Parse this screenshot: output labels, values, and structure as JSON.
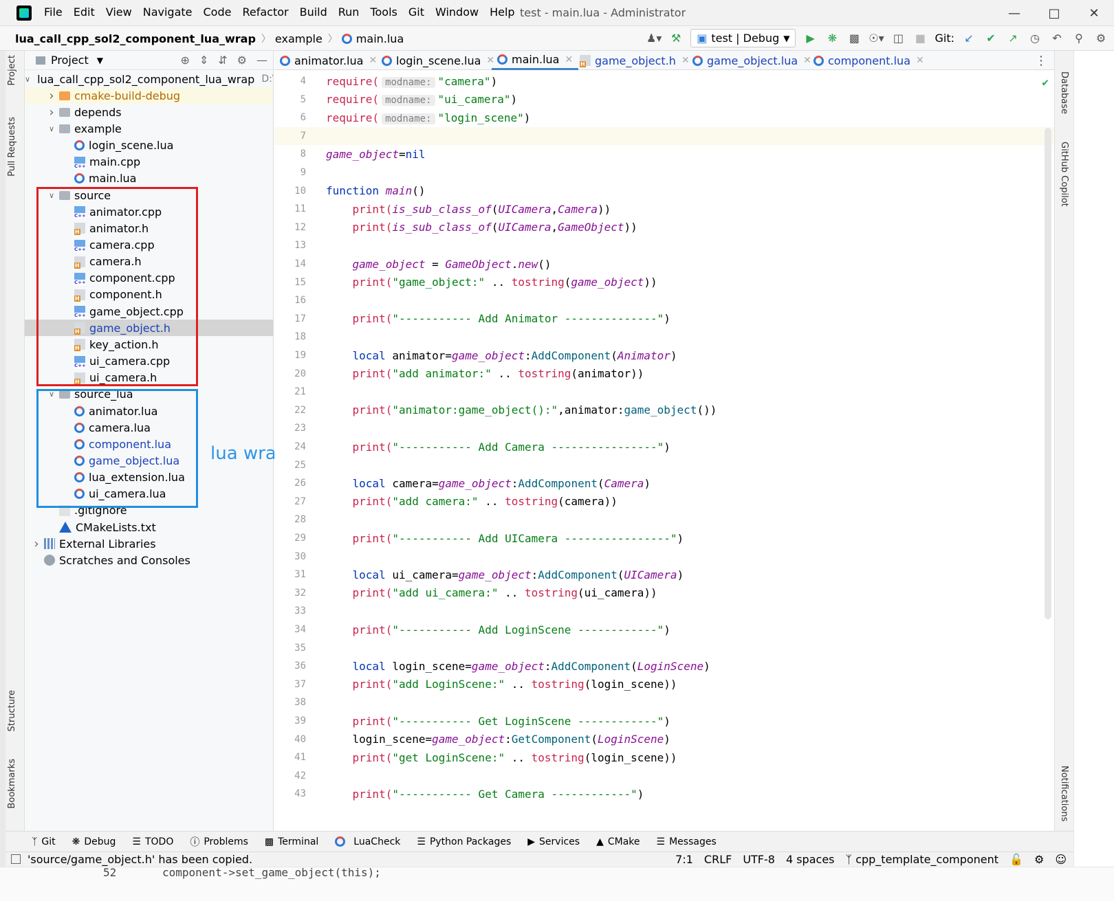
{
  "menu": [
    "File",
    "Edit",
    "View",
    "Navigate",
    "Code",
    "Refactor",
    "Build",
    "Run",
    "Tools",
    "Git",
    "Window",
    "Help"
  ],
  "window_title": "test - main.lua - Administrator",
  "breadcrumb": {
    "project": "lua_call_cpp_sol2_component_lua_wrap",
    "folder": "example",
    "file": "main.lua"
  },
  "run_config": "test | Debug",
  "git_label": "Git:",
  "project_panel": {
    "title": "Project",
    "root": {
      "name": "lua_call_cpp_sol2_component_lua_wrap",
      "path": "D:\\"
    },
    "items": [
      {
        "name": "cmake-build-debug",
        "type": "folder-orange",
        "depth": 1,
        "chev": "right"
      },
      {
        "name": "depends",
        "type": "folder",
        "depth": 1,
        "chev": "right"
      },
      {
        "name": "example",
        "type": "folder",
        "depth": 1,
        "chev": "down"
      },
      {
        "name": "login_scene.lua",
        "type": "lua",
        "depth": 2
      },
      {
        "name": "main.cpp",
        "type": "cpp",
        "depth": 2
      },
      {
        "name": "main.lua",
        "type": "lua",
        "depth": 2
      },
      {
        "name": "source",
        "type": "folder",
        "depth": 1,
        "chev": "down"
      },
      {
        "name": "animator.cpp",
        "type": "cpp",
        "depth": 2
      },
      {
        "name": "animator.h",
        "type": "h",
        "depth": 2
      },
      {
        "name": "camera.cpp",
        "type": "cpp",
        "depth": 2
      },
      {
        "name": "camera.h",
        "type": "h",
        "depth": 2
      },
      {
        "name": "component.cpp",
        "type": "cpp",
        "depth": 2
      },
      {
        "name": "component.h",
        "type": "h",
        "depth": 2
      },
      {
        "name": "game_object.cpp",
        "type": "cpp",
        "depth": 2
      },
      {
        "name": "game_object.h",
        "type": "h",
        "depth": 2,
        "selected": true,
        "color": "blue"
      },
      {
        "name": "key_action.h",
        "type": "h",
        "depth": 2
      },
      {
        "name": "ui_camera.cpp",
        "type": "cpp",
        "depth": 2
      },
      {
        "name": "ui_camera.h",
        "type": "h",
        "depth": 2
      },
      {
        "name": "source_lua",
        "type": "folder",
        "depth": 1,
        "chev": "down"
      },
      {
        "name": "animator.lua",
        "type": "lua",
        "depth": 2
      },
      {
        "name": "camera.lua",
        "type": "lua",
        "depth": 2
      },
      {
        "name": "component.lua",
        "type": "lua",
        "depth": 2,
        "color": "blue"
      },
      {
        "name": "game_object.lua",
        "type": "lua",
        "depth": 2,
        "color": "blue"
      },
      {
        "name": "lua_extension.lua",
        "type": "lua",
        "depth": 2
      },
      {
        "name": "ui_camera.lua",
        "type": "lua",
        "depth": 2
      },
      {
        "name": ".gitignore",
        "type": "txt",
        "depth": 1
      },
      {
        "name": "CMakeLists.txt",
        "type": "cmake",
        "depth": 1
      },
      {
        "name": "External Libraries",
        "type": "lib",
        "depth": 0,
        "chev": "right"
      },
      {
        "name": "Scratches and Consoles",
        "type": "scratch",
        "depth": 0
      }
    ]
  },
  "annotation": "lua wrap",
  "left_tabs": [
    "Project",
    "Pull Requests",
    "Structure",
    "Bookmarks"
  ],
  "right_tabs": [
    "Database",
    "GitHub Copilot",
    "Notifications"
  ],
  "editor_tabs": [
    {
      "name": "animator.lua",
      "icon": "lua"
    },
    {
      "name": "login_scene.lua",
      "icon": "lua"
    },
    {
      "name": "main.lua",
      "icon": "lua",
      "active": true
    },
    {
      "name": "game_object.h",
      "icon": "h",
      "color": "blue"
    },
    {
      "name": "game_object.lua",
      "icon": "lua",
      "color": "blue"
    },
    {
      "name": "component.lua",
      "icon": "lua",
      "color": "blue"
    }
  ],
  "code_hint": "modname:",
  "code_lines": [
    {
      "n": 4,
      "tokens": [
        [
          "call",
          "require("
        ],
        [
          "hint",
          "modname:"
        ],
        [
          "str",
          "\"camera\""
        ],
        [
          "plain",
          ")"
        ]
      ]
    },
    {
      "n": 5,
      "tokens": [
        [
          "call",
          "require("
        ],
        [
          "hint",
          "modname:"
        ],
        [
          "str",
          "\"ui_camera\""
        ],
        [
          "plain",
          ")"
        ]
      ]
    },
    {
      "n": 6,
      "tokens": [
        [
          "call",
          "require("
        ],
        [
          "hint",
          "modname:"
        ],
        [
          "str",
          "\"login_scene\""
        ],
        [
          "plain",
          ")"
        ]
      ]
    },
    {
      "n": 7,
      "tokens": [],
      "current": true
    },
    {
      "n": 8,
      "tokens": [
        [
          "fn",
          "game_object"
        ],
        [
          "plain",
          "="
        ],
        [
          "nil",
          "nil"
        ]
      ]
    },
    {
      "n": 9,
      "tokens": []
    },
    {
      "n": 10,
      "tokens": [
        [
          "kw",
          "function "
        ],
        [
          "fn",
          "main"
        ],
        [
          "plain",
          "()"
        ]
      ]
    },
    {
      "n": 11,
      "tokens": [
        [
          "plain",
          "    "
        ],
        [
          "call",
          "print("
        ],
        [
          "fn",
          "is_sub_class_of"
        ],
        [
          "plain",
          "("
        ],
        [
          "fn",
          "UICamera"
        ],
        [
          "plain",
          ","
        ],
        [
          "fn",
          "Camera"
        ],
        [
          "plain",
          "))"
        ]
      ]
    },
    {
      "n": 12,
      "tokens": [
        [
          "plain",
          "    "
        ],
        [
          "call",
          "print("
        ],
        [
          "fn",
          "is_sub_class_of"
        ],
        [
          "plain",
          "("
        ],
        [
          "fn",
          "UICamera"
        ],
        [
          "plain",
          ","
        ],
        [
          "fn",
          "GameObject"
        ],
        [
          "plain",
          "))"
        ]
      ]
    },
    {
      "n": 13,
      "tokens": []
    },
    {
      "n": 14,
      "tokens": [
        [
          "plain",
          "    "
        ],
        [
          "fn",
          "game_object"
        ],
        [
          "plain",
          " = "
        ],
        [
          "fn",
          "GameObject"
        ],
        [
          "plain",
          "."
        ],
        [
          "fn",
          "new"
        ],
        [
          "plain",
          "()"
        ]
      ]
    },
    {
      "n": 15,
      "tokens": [
        [
          "plain",
          "    "
        ],
        [
          "call",
          "print("
        ],
        [
          "str",
          "\"game_object:\""
        ],
        [
          "plain",
          " .. "
        ],
        [
          "call",
          "tostring"
        ],
        [
          "plain",
          "("
        ],
        [
          "fn",
          "game_object"
        ],
        [
          "plain",
          "))"
        ]
      ]
    },
    {
      "n": 16,
      "tokens": []
    },
    {
      "n": 17,
      "tokens": [
        [
          "plain",
          "    "
        ],
        [
          "call",
          "print("
        ],
        [
          "str",
          "\"----------- Add Animator --------------\""
        ],
        [
          "plain",
          ")"
        ]
      ]
    },
    {
      "n": 18,
      "tokens": []
    },
    {
      "n": 19,
      "tokens": [
        [
          "plain",
          "    "
        ],
        [
          "kw",
          "local "
        ],
        [
          "plain",
          "animator="
        ],
        [
          "fn",
          "game_object"
        ],
        [
          "plain",
          ":"
        ],
        [
          "method",
          "AddComponent"
        ],
        [
          "plain",
          "("
        ],
        [
          "fn",
          "Animator"
        ],
        [
          "plain",
          ")"
        ]
      ]
    },
    {
      "n": 20,
      "tokens": [
        [
          "plain",
          "    "
        ],
        [
          "call",
          "print("
        ],
        [
          "str",
          "\"add animator:\""
        ],
        [
          "plain",
          " .. "
        ],
        [
          "call",
          "tostring"
        ],
        [
          "plain",
          "(animator))"
        ]
      ]
    },
    {
      "n": 21,
      "tokens": []
    },
    {
      "n": 22,
      "tokens": [
        [
          "plain",
          "    "
        ],
        [
          "call",
          "print("
        ],
        [
          "str",
          "\"animator:game_object():\""
        ],
        [
          "plain",
          ",animator:"
        ],
        [
          "method",
          "game_object"
        ],
        [
          "plain",
          "())"
        ]
      ]
    },
    {
      "n": 23,
      "tokens": []
    },
    {
      "n": 24,
      "tokens": [
        [
          "plain",
          "    "
        ],
        [
          "call",
          "print("
        ],
        [
          "str",
          "\"----------- Add Camera ----------------\""
        ],
        [
          "plain",
          ")"
        ]
      ]
    },
    {
      "n": 25,
      "tokens": []
    },
    {
      "n": 26,
      "tokens": [
        [
          "plain",
          "    "
        ],
        [
          "kw",
          "local "
        ],
        [
          "plain",
          "camera="
        ],
        [
          "fn",
          "game_object"
        ],
        [
          "plain",
          ":"
        ],
        [
          "method",
          "AddComponent"
        ],
        [
          "plain",
          "("
        ],
        [
          "fn",
          "Camera"
        ],
        [
          "plain",
          ")"
        ]
      ]
    },
    {
      "n": 27,
      "tokens": [
        [
          "plain",
          "    "
        ],
        [
          "call",
          "print("
        ],
        [
          "str",
          "\"add camera:\""
        ],
        [
          "plain",
          " .. "
        ],
        [
          "call",
          "tostring"
        ],
        [
          "plain",
          "(camera))"
        ]
      ]
    },
    {
      "n": 28,
      "tokens": []
    },
    {
      "n": 29,
      "tokens": [
        [
          "plain",
          "    "
        ],
        [
          "call",
          "print("
        ],
        [
          "str",
          "\"----------- Add UICamera ----------------\""
        ],
        [
          "plain",
          ")"
        ]
      ]
    },
    {
      "n": 30,
      "tokens": []
    },
    {
      "n": 31,
      "tokens": [
        [
          "plain",
          "    "
        ],
        [
          "kw",
          "local "
        ],
        [
          "plain",
          "ui_camera="
        ],
        [
          "fn",
          "game_object"
        ],
        [
          "plain",
          ":"
        ],
        [
          "method",
          "AddComponent"
        ],
        [
          "plain",
          "("
        ],
        [
          "fn",
          "UICamera"
        ],
        [
          "plain",
          ")"
        ]
      ]
    },
    {
      "n": 32,
      "tokens": [
        [
          "plain",
          "    "
        ],
        [
          "call",
          "print("
        ],
        [
          "str",
          "\"add ui_camera:\""
        ],
        [
          "plain",
          " .. "
        ],
        [
          "call",
          "tostring"
        ],
        [
          "plain",
          "(ui_camera))"
        ]
      ]
    },
    {
      "n": 33,
      "tokens": []
    },
    {
      "n": 34,
      "tokens": [
        [
          "plain",
          "    "
        ],
        [
          "call",
          "print("
        ],
        [
          "str",
          "\"----------- Add LoginScene ------------\""
        ],
        [
          "plain",
          ")"
        ]
      ]
    },
    {
      "n": 35,
      "tokens": []
    },
    {
      "n": 36,
      "tokens": [
        [
          "plain",
          "    "
        ],
        [
          "kw",
          "local "
        ],
        [
          "plain",
          "login_scene="
        ],
        [
          "fn",
          "game_object"
        ],
        [
          "plain",
          ":"
        ],
        [
          "method",
          "AddComponent"
        ],
        [
          "plain",
          "("
        ],
        [
          "fn",
          "LoginScene"
        ],
        [
          "plain",
          ")"
        ]
      ]
    },
    {
      "n": 37,
      "tokens": [
        [
          "plain",
          "    "
        ],
        [
          "call",
          "print("
        ],
        [
          "str",
          "\"add LoginScene:\""
        ],
        [
          "plain",
          " .. "
        ],
        [
          "call",
          "tostring"
        ],
        [
          "plain",
          "(login_scene))"
        ]
      ]
    },
    {
      "n": 38,
      "tokens": []
    },
    {
      "n": 39,
      "tokens": [
        [
          "plain",
          "    "
        ],
        [
          "call",
          "print("
        ],
        [
          "str",
          "\"----------- Get LoginScene ------------\""
        ],
        [
          "plain",
          ")"
        ]
      ]
    },
    {
      "n": 40,
      "tokens": [
        [
          "plain",
          "    login_scene="
        ],
        [
          "fn",
          "game_object"
        ],
        [
          "plain",
          ":"
        ],
        [
          "method",
          "GetComponent"
        ],
        [
          "plain",
          "("
        ],
        [
          "fn",
          "LoginScene"
        ],
        [
          "plain",
          ")"
        ]
      ]
    },
    {
      "n": 41,
      "tokens": [
        [
          "plain",
          "    "
        ],
        [
          "call",
          "print("
        ],
        [
          "str",
          "\"get LoginScene:\""
        ],
        [
          "plain",
          " .. "
        ],
        [
          "call",
          "tostring"
        ],
        [
          "plain",
          "(login_scene))"
        ]
      ]
    },
    {
      "n": 42,
      "tokens": []
    },
    {
      "n": 43,
      "tokens": [
        [
          "plain",
          "    "
        ],
        [
          "call",
          "print("
        ],
        [
          "str",
          "\"----------- Get Camera ------------\""
        ],
        [
          "plain",
          ")"
        ]
      ]
    }
  ],
  "bottom_tools": [
    "Git",
    "Debug",
    "TODO",
    "Problems",
    "Terminal",
    "LuaCheck",
    "Python Packages",
    "Services",
    "CMake",
    "Messages"
  ],
  "status": {
    "message": "'source/game_object.h' has been copied.",
    "position": "7:1",
    "line_ending": "CRLF",
    "encoding": "UTF-8",
    "indent": "4 spaces",
    "branch": "cpp_template_component"
  },
  "below_code": "component->set_game_object(this);",
  "below_line": "52"
}
